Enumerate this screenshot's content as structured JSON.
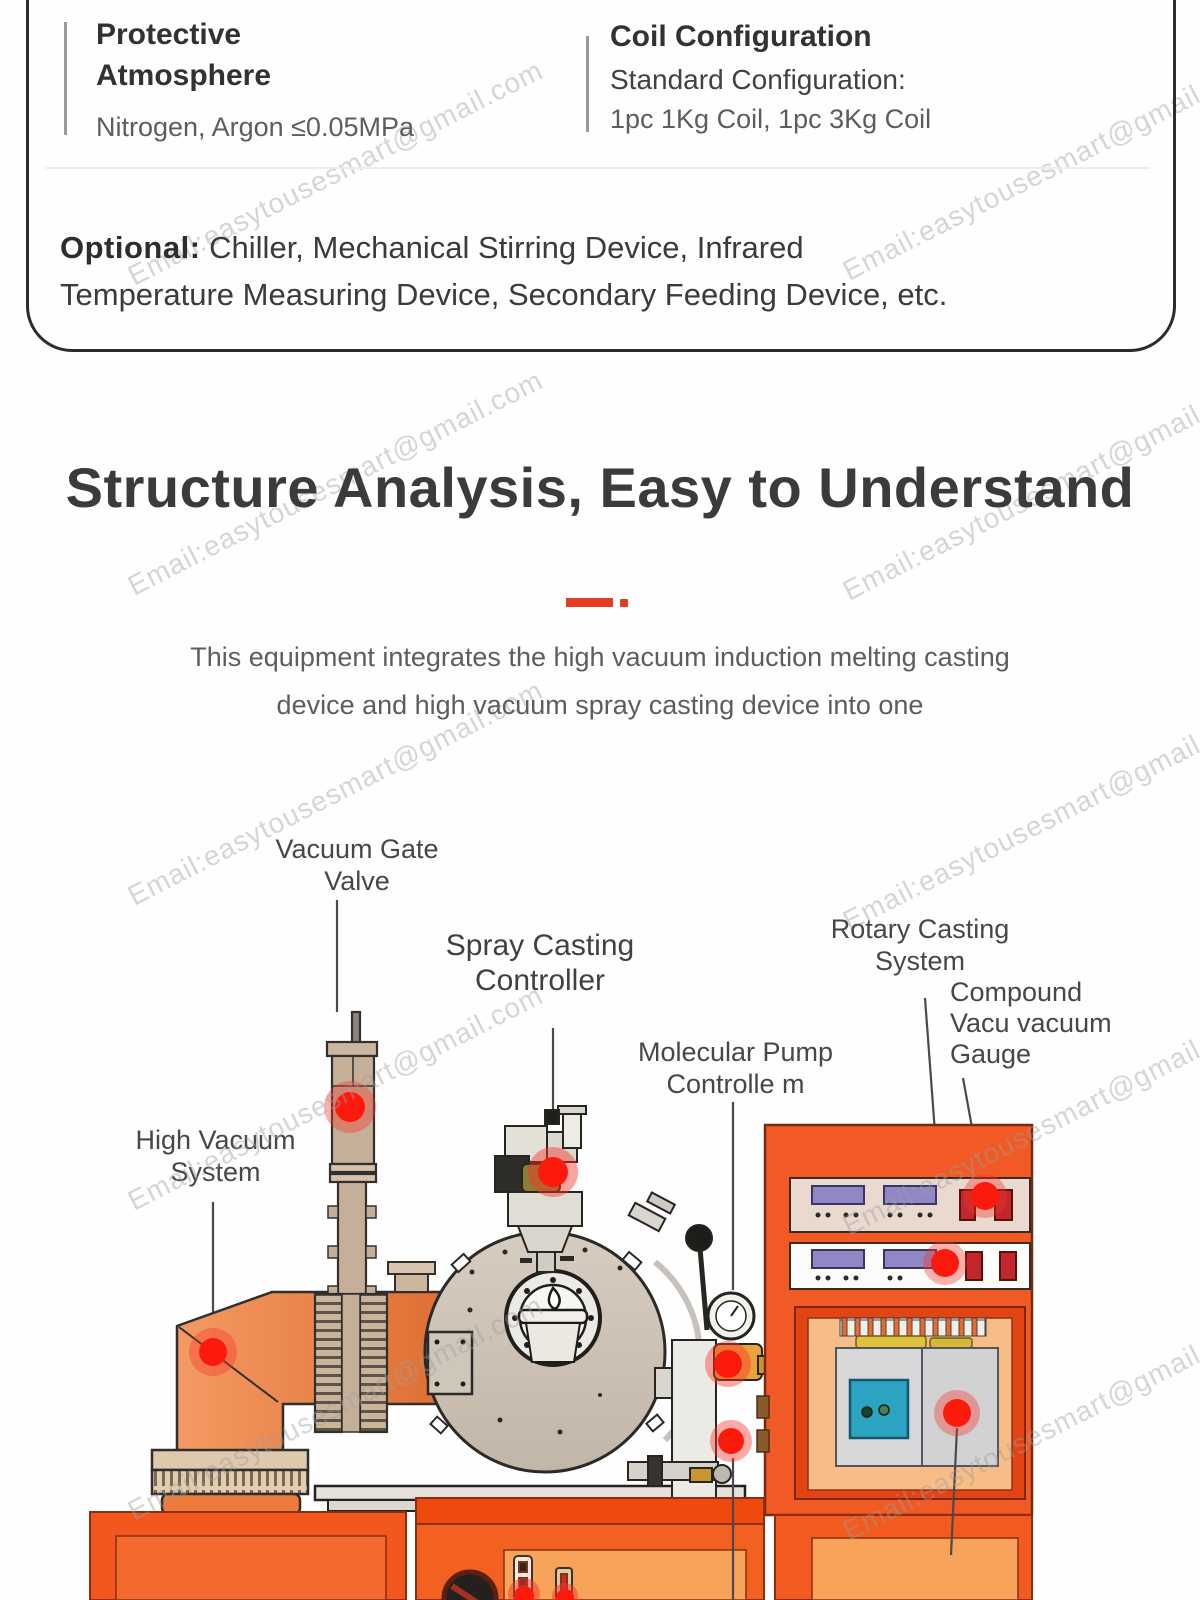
{
  "spec_box": {
    "protective": {
      "title_line1": "Protective",
      "title_line2": "Atmosphere",
      "value": "Nitrogen, Argon ≤0.05MPa"
    },
    "coil": {
      "title": "Coil Configuration",
      "subtitle": "Standard Configuration:",
      "value": "1pc 1Kg Coil, 1pc 3Kg Coil"
    },
    "optional": {
      "label": "Optional:",
      "line1": " Chiller, Mechanical Stirring Device, Infrared",
      "line2": "Temperature Measuring Device, Secondary Feeding Device, etc."
    }
  },
  "section": {
    "title": "Structure Analysis, Easy to Understand",
    "desc_line1": "This equipment integrates the high vacuum induction melting casting",
    "desc_line2": "device and high vacuum spray casting device into one"
  },
  "diagram": {
    "labels": {
      "vacuum_gate_valve": {
        "line1": "Vacuum Gate",
        "line2": "Valve"
      },
      "spray_casting": {
        "line1": "Spray Casting",
        "line2": "Controller"
      },
      "rotary_casting": {
        "line1": "Rotary Casting",
        "line2": "System"
      },
      "compound_gauge": {
        "line1": "Compound",
        "line2": "Vacu vacuum",
        "line3": "Gauge"
      },
      "molecular_pump": {
        "line1": "Molecular Pump",
        "line2": "Controlle m"
      },
      "high_vacuum": {
        "line1": "High Vacuum",
        "line2": "System"
      }
    }
  },
  "watermark": {
    "text": "Email:easytousesmart@gmail.com"
  },
  "colors": {
    "accent_red": "#e23c22",
    "hot_dot_red": "#fb1a0c",
    "cabinet_orange": "#f15a24",
    "pipe_orange": "#ef8347",
    "panel_purple": "#9087c6",
    "screen_teal": "#2ba4c2",
    "machine_tan": "#cec3b7"
  }
}
